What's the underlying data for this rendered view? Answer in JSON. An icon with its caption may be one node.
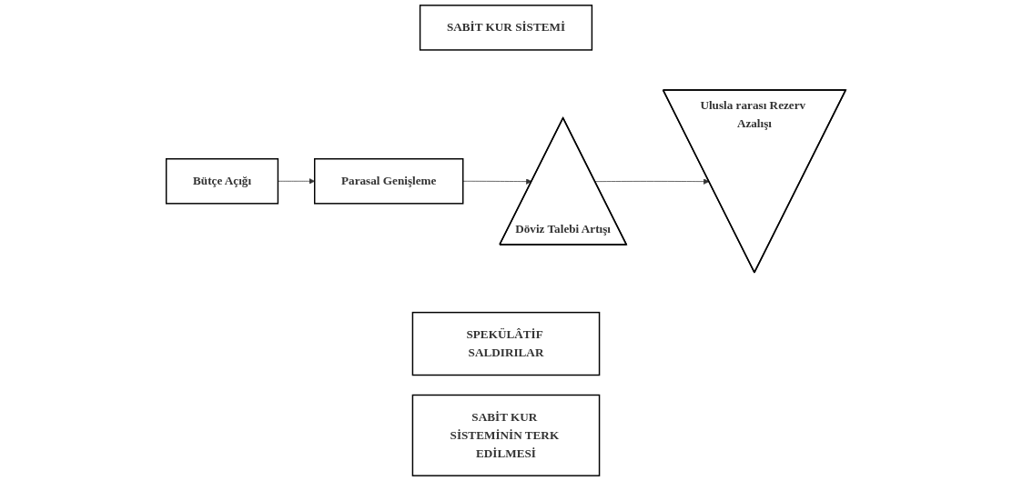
{
  "diagram": {
    "nodes": [
      {
        "text": [
          "SABİT KUR SİSTEMİ"
        ]
      },
      {
        "text": [
          "Bütçe Açığı"
        ]
      },
      {
        "text": [
          "Parasal Genişleme"
        ]
      },
      {
        "text": [
          "Döviz Talebi Artışı"
        ]
      },
      {
        "text": [
          "Ulusla rarası Rezerv Azalışı"
        ]
      },
      {
        "text": [
          "SPEKÜLÂTİF SALDIRILAR"
        ]
      },
      {
        "text": [
          "SABİT KUR SİSTEMİNİN TERK EDİLMESİ"
        ]
      }
    ],
    "edges": [
      {
        "from": 1,
        "to": 2,
        "arrow": "to"
      },
      {
        "from": 2,
        "to": 3,
        "arrow": "to"
      },
      {
        "from": 3,
        "to": 4,
        "arrow": "to"
      }
    ]
  }
}
